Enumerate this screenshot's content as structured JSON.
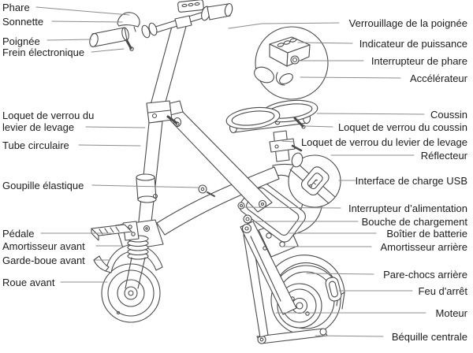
{
  "diagram": {
    "kind": "labeled parts diagram",
    "colors": {
      "background": "#ffffff",
      "drawing_line": "#4a4a4a",
      "leader_line": "#8c8c8c",
      "label_text": "#1c1c1c"
    }
  },
  "labels": {
    "left": [
      {
        "text": "Phare"
      },
      {
        "text": "Sonnette"
      },
      {
        "text": "Poignée"
      },
      {
        "text": "Frein électronique"
      },
      {
        "text": "Loquet de verrou du levier de levage"
      },
      {
        "text": "Tube circulaire"
      },
      {
        "text": "Goupille élastique"
      },
      {
        "text": "Pédale"
      },
      {
        "text": "Amortisseur avant"
      },
      {
        "text": "Garde-boue avant"
      },
      {
        "text": "Roue avant"
      }
    ],
    "right": [
      {
        "text": "Verrouillage de la poignée"
      },
      {
        "text": "Indicateur de puissance"
      },
      {
        "text": "Interrupteur de phare"
      },
      {
        "text": "Accélérateur"
      },
      {
        "text": "Coussin"
      },
      {
        "text": "Loquet de verrou du coussin"
      },
      {
        "text": "Loquet de verrou du levier de levage"
      },
      {
        "text": "Réflecteur"
      },
      {
        "text": "Interface de charge USB"
      },
      {
        "text": "Interrupteur d’alimentation"
      },
      {
        "text": "Bouche de chargement"
      },
      {
        "text": "Boîtier de batterie"
      },
      {
        "text": "Amortisseur arrière"
      },
      {
        "text": "Pare-chocs arrière"
      },
      {
        "text": "Feu d'arrêt"
      },
      {
        "text": "Moteur"
      },
      {
        "text": "Béquille centrale"
      }
    ]
  }
}
